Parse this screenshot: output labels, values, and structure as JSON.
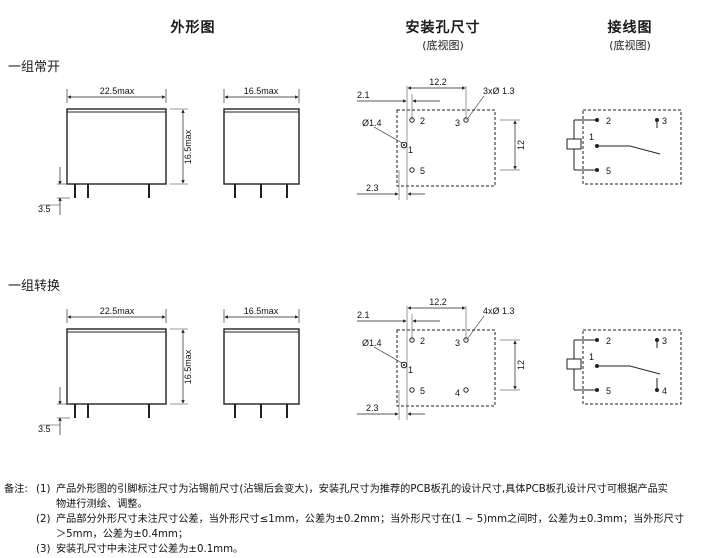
{
  "headers": {
    "outline": "外形图",
    "holes": "安装孔尺寸",
    "holes_sub": "(底视图)",
    "wiring": "接线图",
    "wiring_sub": "(底视图)"
  },
  "groups": [
    {
      "name": "一组常开",
      "outline": {
        "width": "22.5max",
        "height": "16.5max",
        "depth": "16.5max",
        "pin": "3.5"
      },
      "holes": {
        "d1": "2.1",
        "d2": "12.2",
        "holes": "3xØ 1.3",
        "d3": "Ø1.4",
        "d4": "12",
        "d5": "2.3",
        "pins": [
          "1",
          "2",
          "3",
          "5"
        ]
      },
      "wiring": {
        "pins": [
          "2",
          "3",
          "1",
          "5"
        ]
      }
    },
    {
      "name": "一组转换",
      "outline": {
        "width": "22.5max",
        "height": "16.5max",
        "depth": "16.5max",
        "pin": "3.5"
      },
      "holes": {
        "d1": "2.1",
        "d2": "12.2",
        "holes": "4xØ 1.3",
        "d3": "Ø1.4",
        "d4": "12",
        "d5": "2.3",
        "pins": [
          "1",
          "2",
          "3",
          "4",
          "5"
        ]
      },
      "wiring": {
        "pins": [
          "2",
          "3",
          "1",
          "5",
          "4"
        ]
      }
    }
  ],
  "notes": {
    "label": "备注:",
    "items": [
      {
        "num": "(1)",
        "lines": [
          "产品外形图的引脚标注尺寸为沾锡前尺寸(沾锡后会变大)，安装孔尺寸为推荐的PCB板孔的设计尺寸,具体PCB板孔设计尺寸可根据产品实",
          "物进行测绘、调整。"
        ]
      },
      {
        "num": "(2)",
        "lines": [
          "产品部分外形尺寸未注尺寸公差，当外形尺寸≤1mm，公差为±0.2mm；当外形尺寸在(1 ~ 5)mm之间时，公差为±0.3mm；当外形尺寸",
          "＞5mm，公差为±0.4mm；"
        ]
      },
      {
        "num": "(3)",
        "lines": [
          "安装孔尺寸中未注尺寸公差为±0.1mm。"
        ]
      }
    ]
  }
}
